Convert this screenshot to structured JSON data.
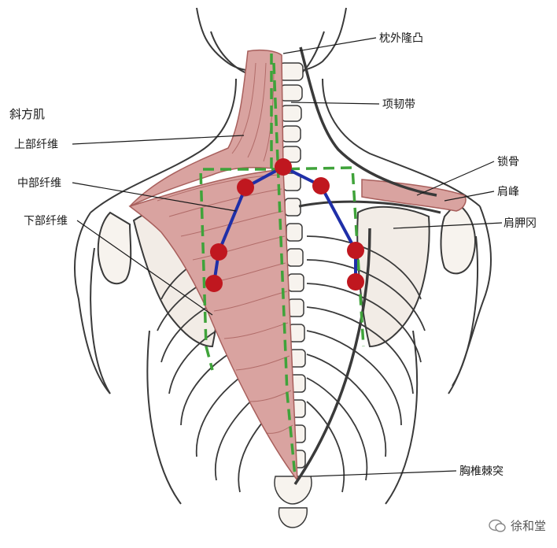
{
  "labels": {
    "occipital": "枕外隆凸",
    "nuchal": "项韧带",
    "trapezius": "斜方肌",
    "upper": "上部纤维",
    "middle": "中部纤维",
    "lower": "下部纤维",
    "clavicle": "锁骨",
    "acromion": "肩峰",
    "spine_scapula": "肩胛冈",
    "thoracic": "胸椎棘突"
  },
  "watermark": "徐和堂",
  "colors": {
    "muscle": "#d9a3a0",
    "muscle_line": "#a85f5c",
    "bone_line": "#3a3a3a",
    "dash": "#3fa33a",
    "path": "#1f2fa8",
    "dot": "#c0171f"
  }
}
